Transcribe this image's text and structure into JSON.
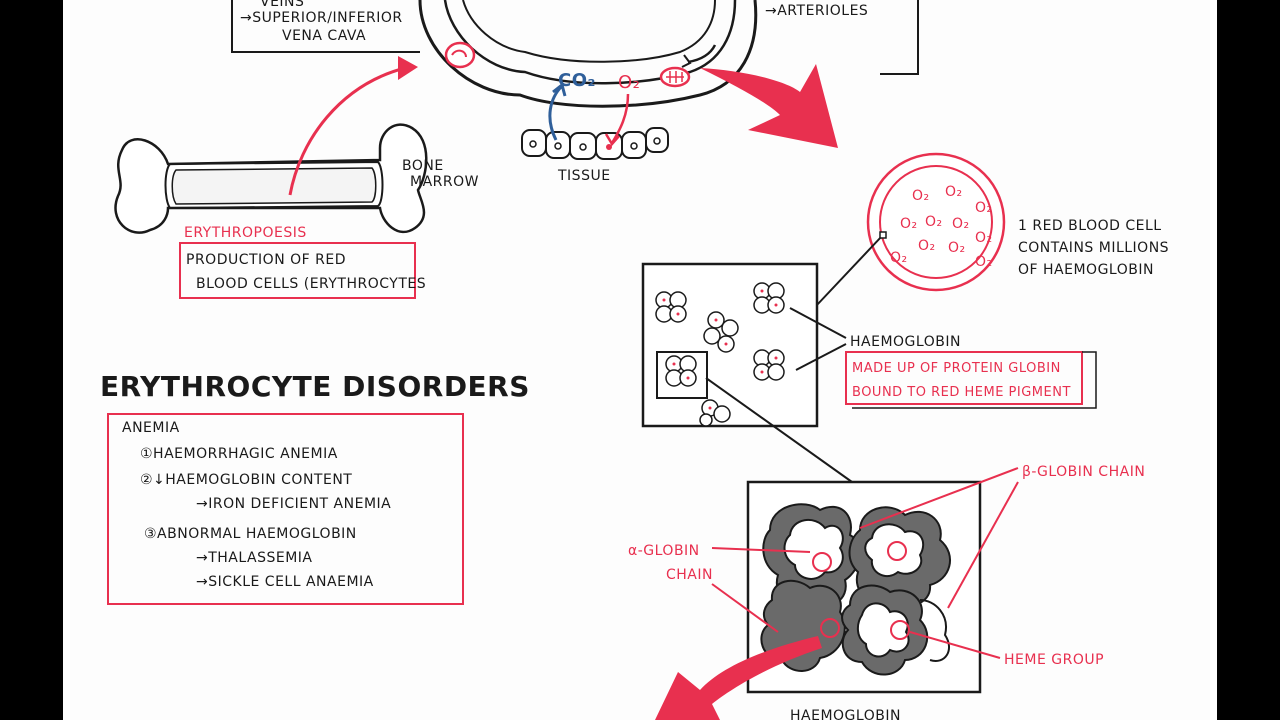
{
  "colors": {
    "ink": "#1a1a1a",
    "red": "#e8304f",
    "blue": "#2f5f9a",
    "paper": "#fdfdfd"
  },
  "top": {
    "vein_line1": "VEINS",
    "vein_line2": "→SUPERIOR/INFERIOR",
    "vein_line3": "VENA CAVA",
    "arterioles": "→ARTERIOLES",
    "co2": "CO₂",
    "o2": "O₂",
    "tissue": "TISSUE"
  },
  "bone": {
    "label_line1": "BONE",
    "label_line2": "MARROW",
    "erythropoiesis": "ERYTHROPOESIS",
    "production_line1": "PRODUCTION OF RED",
    "production_line2": "BLOOD CELLS (ERYTHROCYTES"
  },
  "rbc": {
    "o2_labels": [
      "O₂",
      "O₂",
      "O₂",
      "O₂",
      "O₂",
      "O₂",
      "O₂",
      "O₂",
      "O₂",
      "O₂",
      "O₂"
    ],
    "desc_line1": "1 RED BLOOD CELL",
    "desc_line2": "CONTAINS MILLIONS",
    "desc_line3": "OF HAEMOGLOBIN"
  },
  "haemoglobin": {
    "label": "HAEMOGLOBIN",
    "desc_line1": "MADE UP OF PROTEIN GLOBIN",
    "desc_line2": "BOUND TO RED HEME PIGMENT",
    "beta": "β-GLOBIN CHAIN",
    "alpha_line1": "α-GLOBIN",
    "alpha_line2": "CHAIN",
    "heme": "HEME GROUP",
    "bottom_label": "HAEMOGLOBIN"
  },
  "disorders": {
    "title": "ERYTHROCYTE DISORDERS",
    "anemia": "ANEMIA",
    "item1": "①HAEMORRHAGIC ANEMIA",
    "item2": "②↓HAEMOGLOBIN CONTENT",
    "item2_sub": "→IRON DEFICIENT ANEMIA",
    "item3": "③ABNORMAL HAEMOGLOBIN",
    "item3_sub1": "→THALASSEMIA",
    "item3_sub2": "→SICKLE CELL ANAEMIA"
  }
}
